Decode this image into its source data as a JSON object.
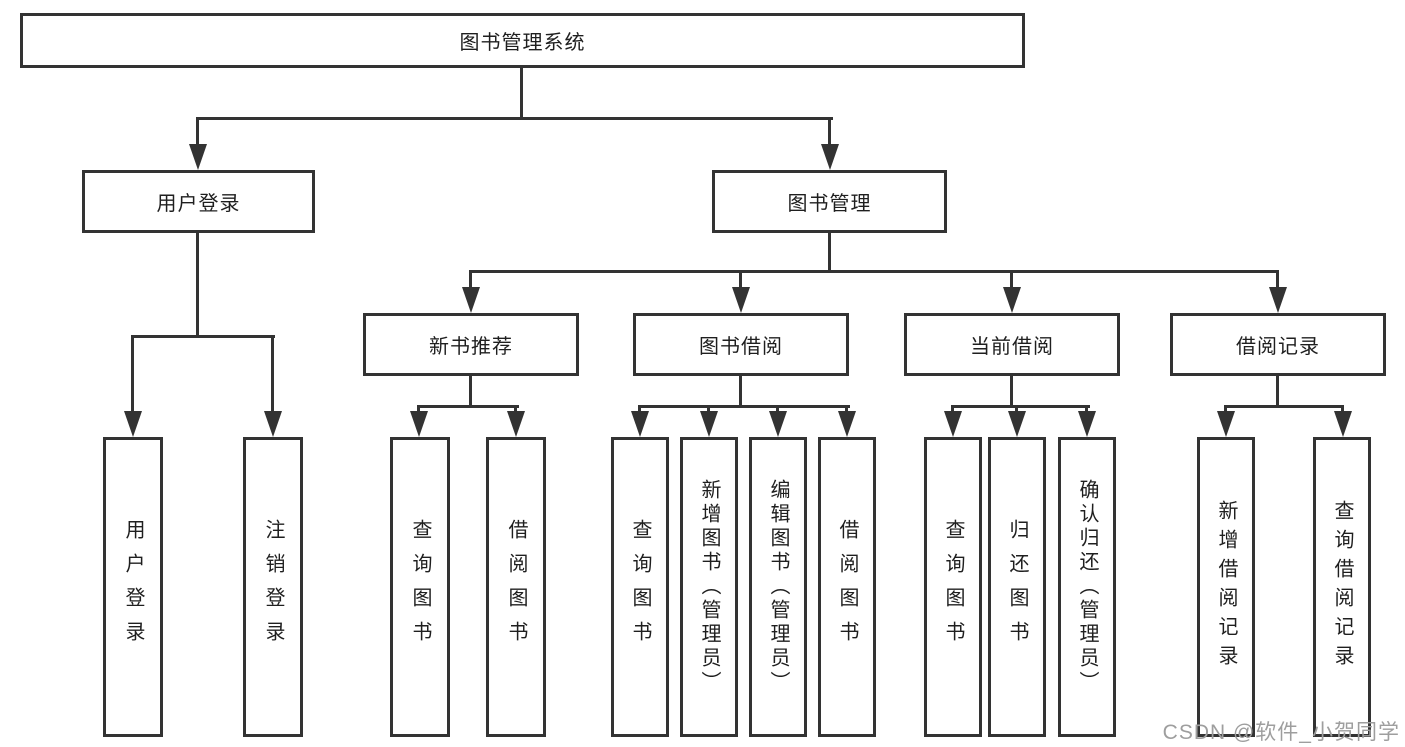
{
  "diagram": {
    "root": "图书管理系统",
    "level2": [
      {
        "label": "用户登录",
        "children": [
          "用户登录",
          "注销登录"
        ]
      },
      {
        "label": "图书管理",
        "children": [
          {
            "label": "新书推荐",
            "children": [
              "查询图书",
              "借阅图书"
            ]
          },
          {
            "label": "图书借阅",
            "children": [
              "查询图书",
              "新增图书（管理员）",
              "编辑图书（管理员）",
              "借阅图书"
            ]
          },
          {
            "label": "当前借阅",
            "children": [
              "查询图书",
              "归还图书",
              "确认归还（管理员）"
            ]
          },
          {
            "label": "借阅记录",
            "children": [
              "新增借阅记录",
              "查询借阅记录"
            ]
          }
        ]
      }
    ]
  },
  "watermark": {
    "text": "CSDN @软件_小贺同学"
  },
  "colors": {
    "line": "#333333",
    "text": "#1f1f1f",
    "watermark": "#9e9e9e",
    "background": "#ffffff"
  }
}
